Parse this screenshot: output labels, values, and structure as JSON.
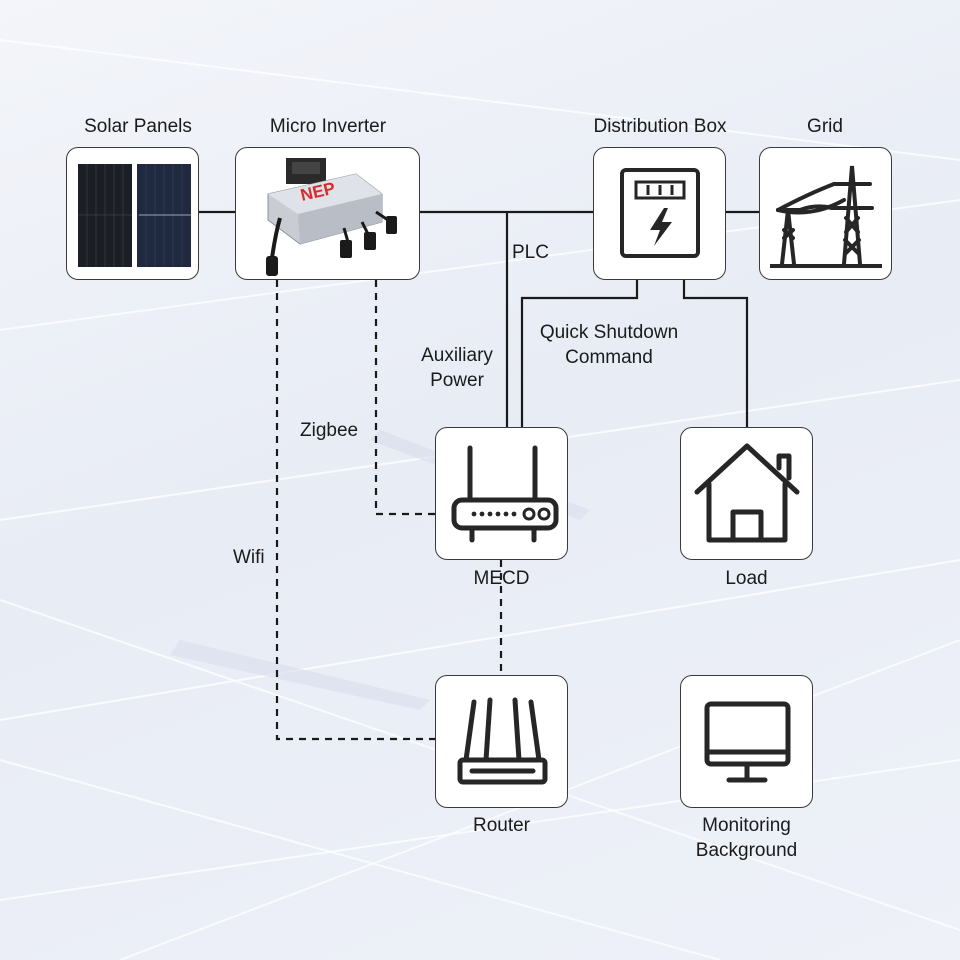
{
  "nodes": {
    "solar_panels": "Solar Panels",
    "micro_inverter": "Micro Inverter",
    "distribution_box": "Distribution Box",
    "grid": "Grid",
    "mecd": "MECD",
    "load": "Load",
    "router": "Router",
    "monitoring_line1": "Monitoring",
    "monitoring_line2": "Background"
  },
  "connections": {
    "plc": "PLC",
    "aux_line1": "Auxiliary",
    "aux_line2": "Power",
    "qsd_line1": "Quick Shutdown",
    "qsd_line2": "Command",
    "zigbee": "Zigbee",
    "wifi": "Wifi"
  },
  "product_logo": "NEP",
  "colors": {
    "line": "#1a1a1a",
    "icon": "#262626",
    "logo_red": "#d92b2b",
    "panel_dark": "#1b1e24",
    "panel_blue": "#1f2a40"
  }
}
